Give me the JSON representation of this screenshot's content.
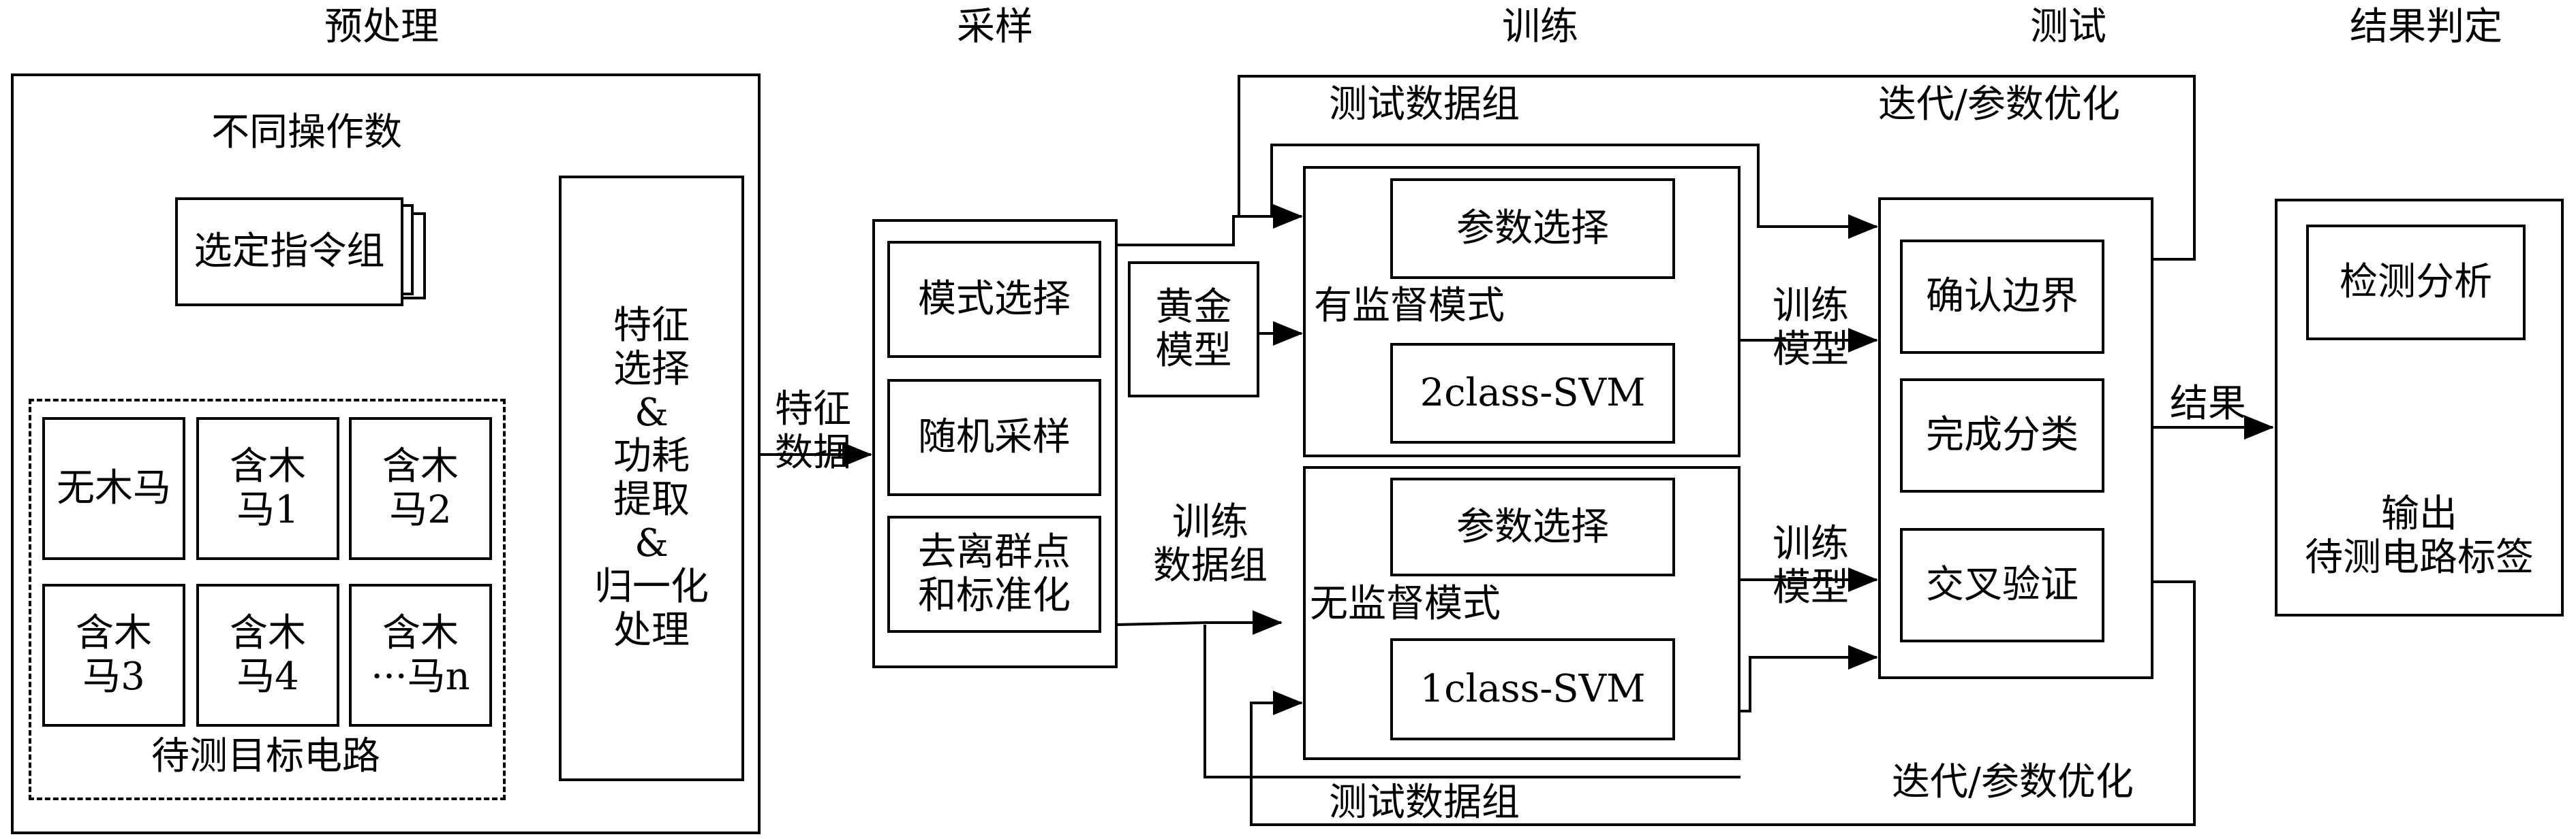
{
  "stages": {
    "preprocess": "预处理",
    "sampling": "采样",
    "training": "训练",
    "testing": "测试",
    "judgement": "结果判定"
  },
  "preprocess": {
    "op_count": "不同操作数",
    "instr_group": "选定指令组",
    "circuits": [
      "无木马",
      "含木\n马1",
      "含木\n马2",
      "含木\n马3",
      "含木\n马4",
      "含木\n···马n"
    ],
    "circuit_group_label": "待测目标电路",
    "feature_box": "特征\n选择\n&\n功耗\n提取\n&\n归一化\n处理"
  },
  "feature_data": "特征\n数据",
  "sampling": {
    "items": [
      "模式选择",
      "随机采样",
      "去离群点\n和标准化"
    ]
  },
  "golden_model": "黄金\n模型",
  "training": {
    "test_data_group_top": "测试数据组",
    "test_data_group_bottom": "测试数据组",
    "train_data_group": "训练\n数据组",
    "param_select": "参数选择",
    "supervised_mode": "有监督模式",
    "unsupervised_mode": "无监督模式",
    "svm_2class": "2class-SVM",
    "svm_1class": "1class-SVM",
    "trained_model": "训练\n模型"
  },
  "testing": {
    "iterate_top": "迭代/参数优化",
    "iterate_bottom": "迭代/参数优化",
    "items": [
      "确认边界",
      "完成分类",
      "交叉验证"
    ],
    "result": "结果"
  },
  "judgement": {
    "analysis": "检测分析",
    "output": "输出\n待测电路标签",
    "check_mark": "√",
    "cross_mark": "×"
  }
}
